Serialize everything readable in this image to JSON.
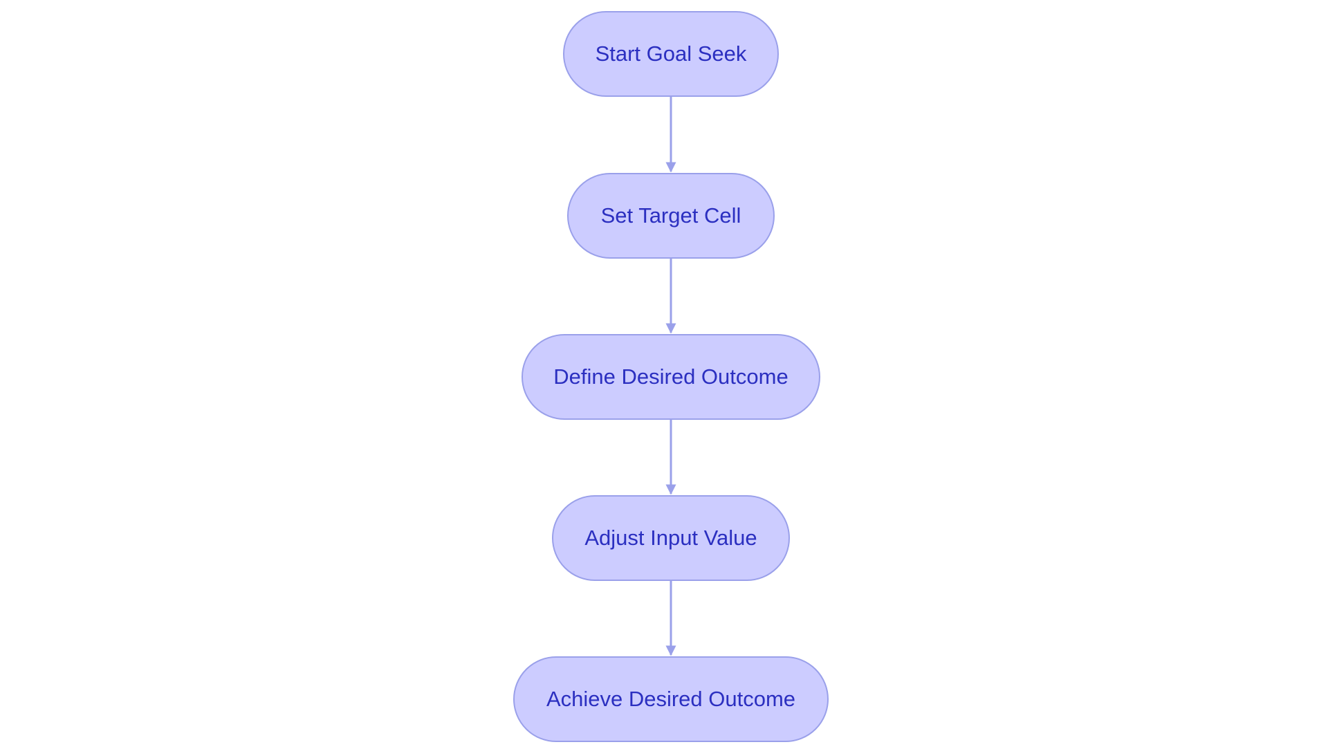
{
  "colors": {
    "node_fill": "#ccccff",
    "node_border": "#9aa0ea",
    "text": "#2b2fc0",
    "edge": "#9aa0ea"
  },
  "nodes": [
    {
      "id": "n1",
      "label": "Start Goal Seek"
    },
    {
      "id": "n2",
      "label": "Set Target Cell"
    },
    {
      "id": "n3",
      "label": "Define Desired Outcome"
    },
    {
      "id": "n4",
      "label": "Adjust Input Value"
    },
    {
      "id": "n5",
      "label": "Achieve Desired Outcome"
    }
  ],
  "edges": [
    {
      "from": "n1",
      "to": "n2"
    },
    {
      "from": "n2",
      "to": "n3"
    },
    {
      "from": "n3",
      "to": "n4"
    },
    {
      "from": "n4",
      "to": "n5"
    }
  ]
}
